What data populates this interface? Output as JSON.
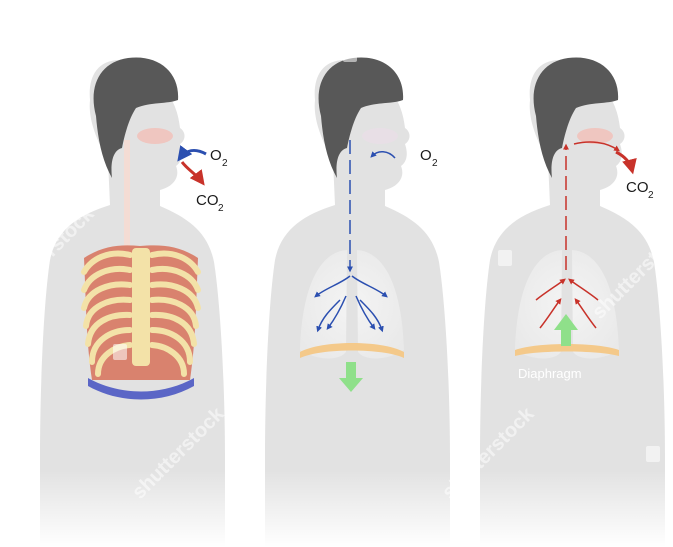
{
  "panels": [
    {
      "id": "anatomy",
      "inhale_label": "O",
      "inhale_sub": "2",
      "exhale_label": "CO",
      "exhale_sub": "2"
    },
    {
      "id": "inhalation",
      "gas_label": "O",
      "gas_sub": "2"
    },
    {
      "id": "exhalation",
      "gas_label": "CO",
      "gas_sub": "2",
      "diaphragm_label": "Diaphragm"
    }
  ],
  "watermark": "shutterstock",
  "colors": {
    "body": "#e2e2e2",
    "hair": "#585858",
    "oxygen_arrow": "#2b4fb0",
    "co2_arrow": "#c8322a",
    "diaphragm_down_arrow": "#8fe08a",
    "diaphragm_up_arrow": "#8fe08a",
    "ribs": "#f3e2a8",
    "lungs_tissue": "#d9826e"
  }
}
